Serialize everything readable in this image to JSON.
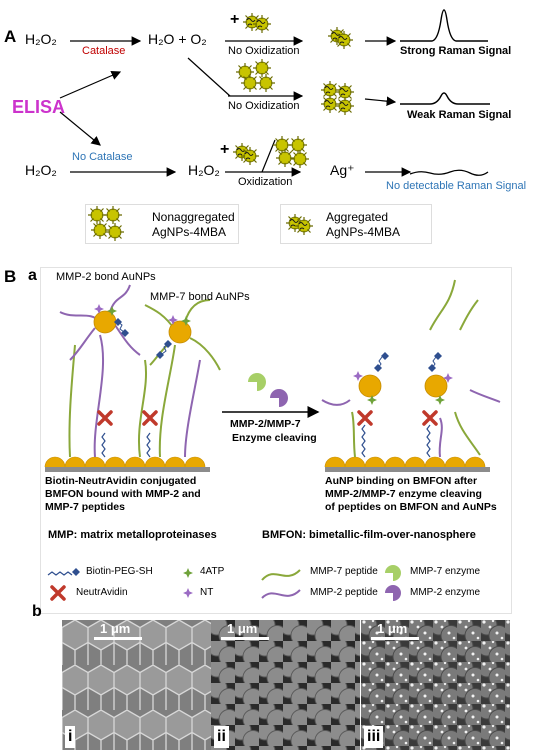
{
  "panelA": {
    "label": "A",
    "h2o2_top": "H₂O₂",
    "catalase": "Catalase",
    "h2o_o2": "H₂O + O₂",
    "no_oxid_1": "No Oxidization",
    "no_oxid_2": "No Oxidization",
    "strong": "Strong Raman Signal",
    "weak": "Weak Raman Signal",
    "elisa": "ELISA",
    "h2o2_bottom": "H₂O₂",
    "no_catalase": "No Catalase",
    "h2o2_mid": "H₂O₂",
    "oxidization": "Oxidization",
    "ag": "Ag⁺",
    "none": "No detectable Raman Signal",
    "plus": "+",
    "legend_nonagg_1": "Nonaggregated",
    "legend_nonagg_2": "AgNPs-4MBA",
    "legend_agg_1": "Aggregated",
    "legend_agg_2": "AgNPs-4MBA"
  },
  "panelB": {
    "label": "B",
    "sub_a": "a",
    "mmp2_bond": "MMP-2 bond AuNPs",
    "mmp7_bond": "MMP-7 bond AuNPs",
    "left_caption": [
      "Biotin-NeutrAvidin conjugated",
      "BMFON bound with MMP-2 and",
      "MMP-7 peptides"
    ],
    "enzyme_1": "MMP-2/MMP-7",
    "enzyme_2": "Enzyme cleaving",
    "right_caption": [
      "AuNP binding on BMFON after",
      "MMP-2/MMP-7 enzyme cleaving",
      "of peptides on BMFON and AuNPs"
    ],
    "mmp_def": "MMP: matrix metalloproteinases",
    "bmfon_def": "BMFON: bimetallic-film-over-nanosphere",
    "legend": {
      "biotin": "Biotin-PEG-SH",
      "atp": "4ATP",
      "neutr": "NeutrAvidin",
      "nt": "NT",
      "mmp7_pep": "MMP-7 peptide",
      "mmp2_pep": "MMP-2 peptide",
      "mmp7_enz": "MMP-7 enzyme",
      "mmp2_enz": "MMP-2 enzyme"
    },
    "sub_b": "b",
    "sem": [
      {
        "label": "i",
        "scale": "1 μm"
      },
      {
        "label": "ii",
        "scale": "1 μm"
      },
      {
        "label": "iii",
        "scale": "1 μm"
      }
    ]
  },
  "colors": {
    "catalase": "#c00000",
    "elisa": "#cc33cc",
    "no_catalase": "#2e75b6",
    "none_signal": "#2e75b6",
    "gold": "#e8a800",
    "np_green": "#b5b500",
    "peptide_green": "#8aa83a",
    "peptide_purple": "#8e65b0"
  }
}
